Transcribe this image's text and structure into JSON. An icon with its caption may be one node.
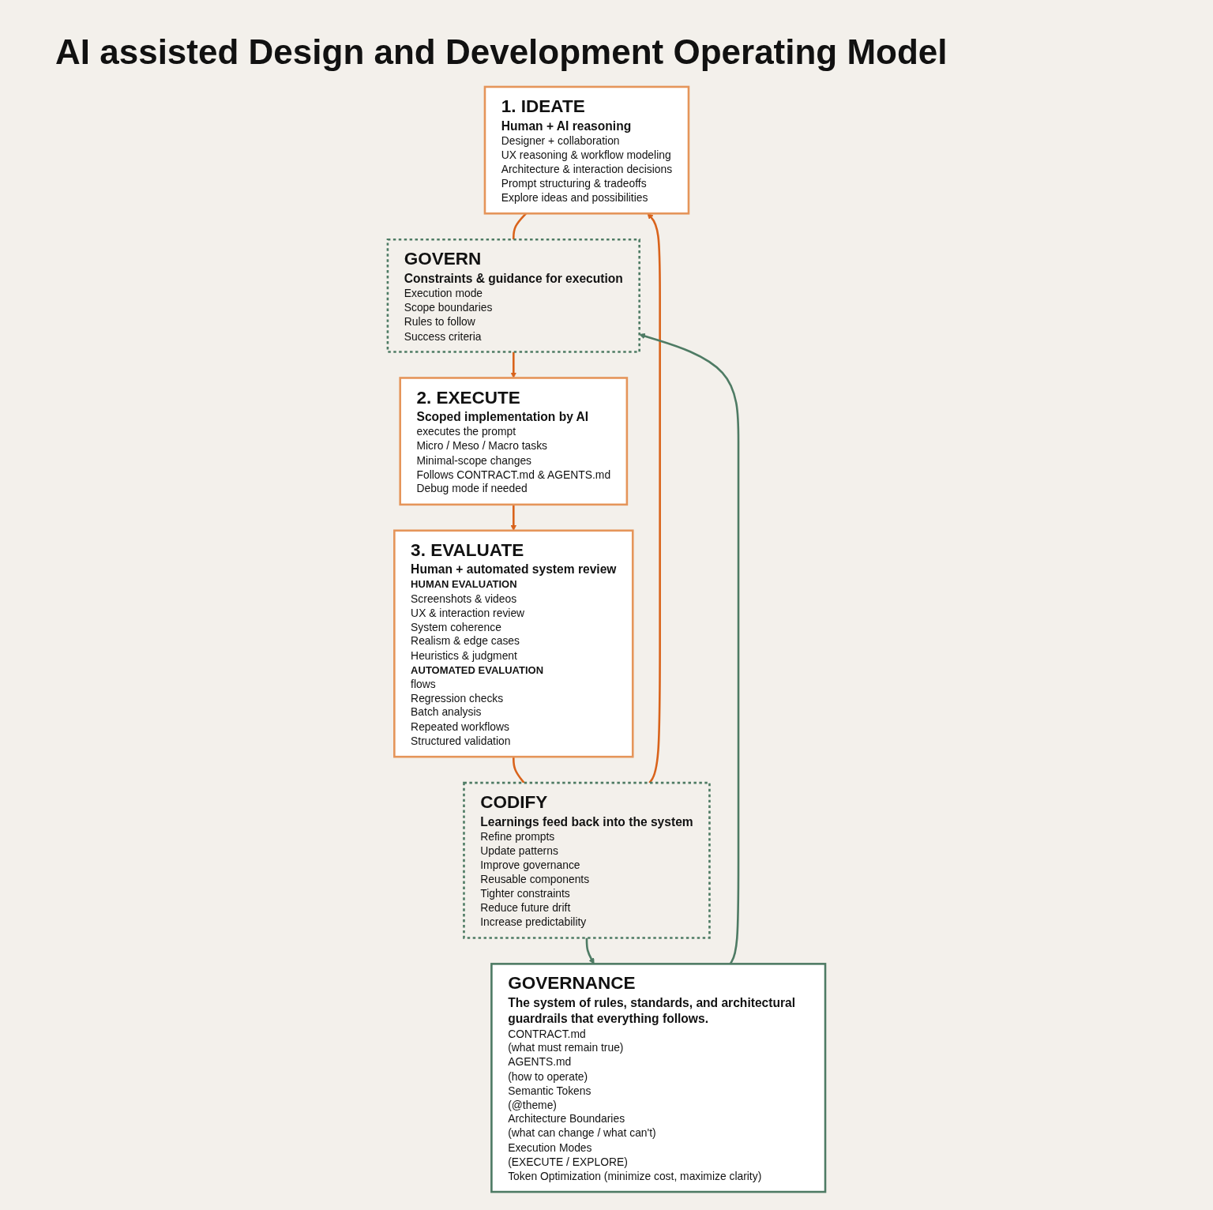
{
  "diagram": {
    "title": "AI assisted Design and Development Operating Model",
    "nodes": [
      {
        "text": [
          "1. IDEATE",
          "Human + AI reasoning",
          "Designer + collaboration",
          "UX reasoning & workflow modeling",
          "Architecture & interaction decisions",
          "Prompt structuring & tradeoffs",
          "Explore ideas and possibilities"
        ]
      },
      {
        "text": [
          "GOVERN",
          "Constraints & guidance for execution",
          "Execution mode",
          "Scope boundaries",
          "Rules to follow",
          "Success criteria"
        ]
      },
      {
        "text": [
          "GOVERNANCE",
          "The system of rules, standards, and architectural guardrails that everything follows.",
          "CONTRACT.md",
          "(what must remain true)",
          "AGENTS.md",
          "(how to operate)",
          "Semantic Tokens",
          "(@theme)",
          "Architecture Boundaries",
          "(what can change / what can't)",
          "Execution Modes",
          "(EXECUTE / EXPLORE)",
          "Token Optimization (minimize cost, maximize clarity)"
        ]
      },
      {
        "text": [
          "CODIFY",
          "Learnings feed back into the system",
          "Refine prompts",
          "Update patterns",
          "Improve governance",
          "Reusable components",
          "Tighter constraints",
          "Reduce future drift",
          "Increase predictability"
        ]
      },
      {
        "text": [
          "2. EXECUTE",
          "Scoped implementation by AI",
          "executes the prompt",
          "Micro / Meso / Macro tasks",
          "Minimal-scope changes",
          "Follows CONTRACT.md & AGENTS.md",
          "Debug mode if needed"
        ]
      },
      {
        "text": [
          "3. EVALUATE",
          "Human + automated system review",
          "HUMAN EVALUATION",
          "Screenshots & videos",
          "UX & interaction review",
          "System coherence",
          "Realism & edge cases",
          "Heuristics & judgment",
          "AUTOMATED EVALUATION",
          "flows",
          "Regression checks",
          "Batch analysis",
          "Repeated workflows",
          "Structured validation"
        ]
      }
    ],
    "edges": [
      {
        "from": 0,
        "to": 1,
        "arrow": "none"
      },
      {
        "from": 1,
        "to": 4,
        "arrow": "to"
      },
      {
        "from": 4,
        "to": 5,
        "arrow": "to"
      },
      {
        "from": 5,
        "to": 3,
        "arrow": "none"
      },
      {
        "from": 3,
        "to": 0,
        "arrow": "to"
      },
      {
        "from": 3,
        "to": 2,
        "arrow": "to",
        "color": "#4e7b64"
      },
      {
        "from": 2,
        "to": 1,
        "arrow": "to",
        "color": "#4e7b64"
      }
    ]
  }
}
